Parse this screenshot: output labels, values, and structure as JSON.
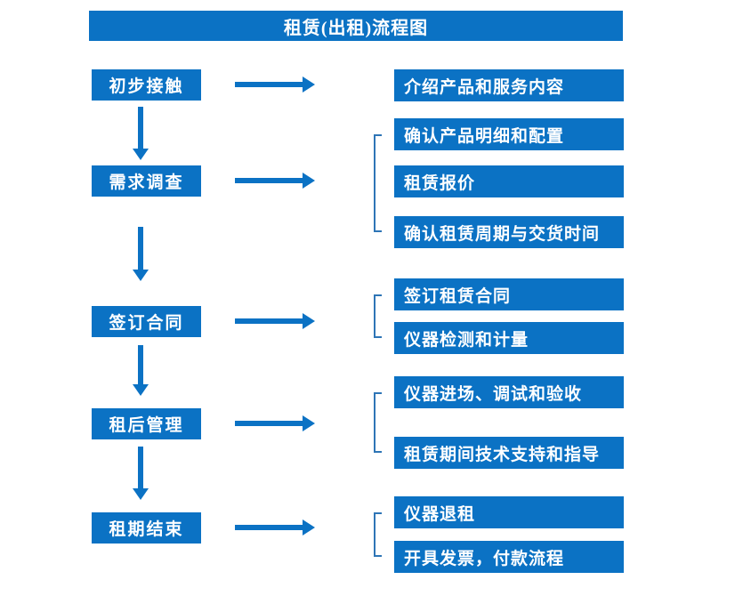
{
  "title": "租赁(出租)流程图",
  "colors": {
    "primary_blue": "#0b72c4",
    "bracket_blue": "#2e75b6",
    "text_white": "#ffffff",
    "background": "#ffffff"
  },
  "steps": [
    {
      "label": "初步接触",
      "outputs": [
        "介绍产品和服务内容"
      ]
    },
    {
      "label": "需求调查",
      "outputs": [
        "确认产品明细和配置",
        "租赁报价",
        "确认租赁周期与交货时间"
      ]
    },
    {
      "label": "签订合同",
      "outputs": [
        "签订租赁合同",
        "仪器检测和计量"
      ]
    },
    {
      "label": "租后管理",
      "outputs": [
        "仪器进场、调试和验收",
        "租赁期间技术支持和指导"
      ]
    },
    {
      "label": "租期结束",
      "outputs": [
        "仪器退租",
        "开具发票，付款流程"
      ]
    }
  ]
}
